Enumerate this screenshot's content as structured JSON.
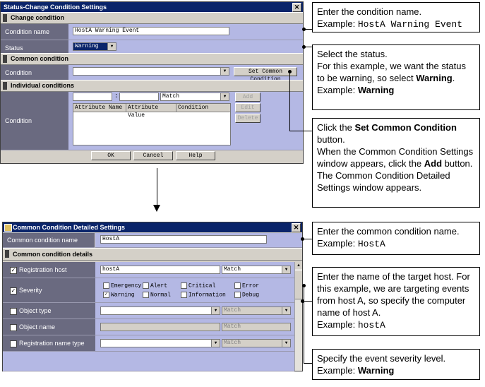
{
  "win1": {
    "title": "Status-Change Condition Settings",
    "close": "✕",
    "sec_change": "Change condition",
    "lbl_name": "Condition name",
    "name_value": "HostA Warning Event",
    "lbl_status": "Status",
    "status_value": "Warning",
    "sec_common": "Common condition",
    "lbl_condition": "Condition",
    "btn_set_common": "Set Common Condition",
    "sec_individual": "Individual conditions",
    "lbl_condition2": "Condition",
    "colon": ":",
    "match_value": "Match",
    "btn_add": "Add",
    "btn_edit": "Edit",
    "btn_delete": "Delete",
    "table_headers": [
      "Attribute Name",
      "Attribute Value",
      "Condition"
    ],
    "btn_ok": "OK",
    "btn_cancel": "Cancel",
    "btn_help": "Help"
  },
  "win2": {
    "title": "Common Condition Detailed Settings",
    "close": "✕",
    "lbl_ccname": "Common condition name",
    "ccname_value": "HostA",
    "sec_details": "Common condition details",
    "rows": [
      {
        "label": "Registration host",
        "checked": "✓",
        "value": "hostA",
        "match": "Match"
      },
      {
        "label": "Severity",
        "checked": "✓"
      },
      {
        "label": "Object type",
        "checked": "",
        "value": "",
        "match": "Match"
      },
      {
        "label": "Object name",
        "checked": "",
        "value": "",
        "match": "Match"
      },
      {
        "label": "Registration name type",
        "checked": "",
        "value": "",
        "match": "Match"
      }
    ],
    "severity": {
      "emergency": "Emergency",
      "alert": "Alert",
      "critical": "Critical",
      "error": "Error",
      "warning": "Warning",
      "normal": "Normal",
      "information": "Information",
      "debug": "Debug"
    }
  },
  "callouts": {
    "c1_line1": "Enter the condition name.",
    "c1_example": "Example: ",
    "c1_value": "HostA Warning Event",
    "c2_line1": "Select the status.",
    "c2_line2": "For this example, we want the status to be warning, so select ",
    "c2_bold": "Warning",
    "c2_dot": ".",
    "c2_example": "Example: ",
    "c2_value": "Warning",
    "c3_pre": "Click the ",
    "c3_bold1": "Set Common Condition",
    "c3_mid": " button.",
    "c3_line2": "When the Common Condition Settings window appears, click the ",
    "c3_bold2": "Add",
    "c3_line2b": " button.",
    "c3_line3": "The Common Condition Detailed Settings window appears.",
    "c4_line1": "Enter the common condition name.",
    "c4_example": "Example: ",
    "c4_value": "HostA",
    "c5_line1": "Enter the name of the target host. For this example, we are targeting events from host A, so specify the computer name of host A.",
    "c5_example": "Example: ",
    "c5_value": "hostA",
    "c6_line1": "Specify the event severity level.",
    "c6_example": "Example: ",
    "c6_value": "Warning"
  }
}
